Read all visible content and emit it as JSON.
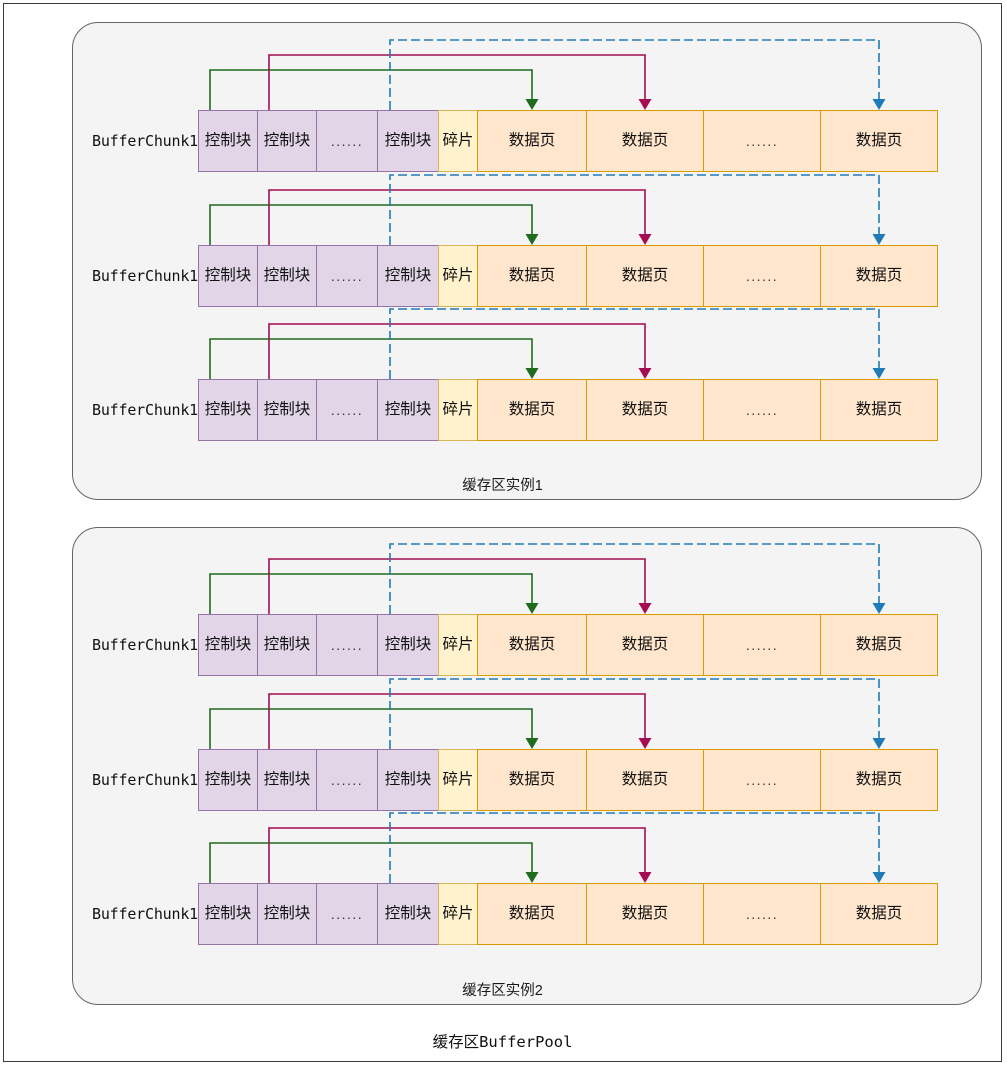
{
  "diagram": {
    "title": "缓存区BufferPool",
    "instances": [
      {
        "caption": "缓存区实例1",
        "chunks": [
          {
            "label": "BufferChunk1",
            "cells": [
              {
                "text": "控制块",
                "type": "ctrl"
              },
              {
                "text": "控制块",
                "type": "ctrl"
              },
              {
                "text": "......",
                "type": "ctrl"
              },
              {
                "text": "控制块",
                "type": "ctrl"
              },
              {
                "text": "碎片",
                "type": "frag"
              },
              {
                "text": "数据页",
                "type": "page"
              },
              {
                "text": "数据页",
                "type": "page"
              },
              {
                "text": "......",
                "type": "page"
              },
              {
                "text": "数据页",
                "type": "page"
              }
            ]
          },
          {
            "label": "BufferChunk1",
            "cells": [
              {
                "text": "控制块",
                "type": "ctrl"
              },
              {
                "text": "控制块",
                "type": "ctrl"
              },
              {
                "text": "......",
                "type": "ctrl"
              },
              {
                "text": "控制块",
                "type": "ctrl"
              },
              {
                "text": "碎片",
                "type": "frag"
              },
              {
                "text": "数据页",
                "type": "page"
              },
              {
                "text": "数据页",
                "type": "page"
              },
              {
                "text": "......",
                "type": "page"
              },
              {
                "text": "数据页",
                "type": "page"
              }
            ]
          },
          {
            "label": "BufferChunk1",
            "cells": [
              {
                "text": "控制块",
                "type": "ctrl"
              },
              {
                "text": "控制块",
                "type": "ctrl"
              },
              {
                "text": "......",
                "type": "ctrl"
              },
              {
                "text": "控制块",
                "type": "ctrl"
              },
              {
                "text": "碎片",
                "type": "frag"
              },
              {
                "text": "数据页",
                "type": "page"
              },
              {
                "text": "数据页",
                "type": "page"
              },
              {
                "text": "......",
                "type": "page"
              },
              {
                "text": "数据页",
                "type": "page"
              }
            ]
          }
        ]
      },
      {
        "caption": "缓存区实例2",
        "chunks": [
          {
            "label": "BufferChunk1",
            "cells": [
              {
                "text": "控制块",
                "type": "ctrl"
              },
              {
                "text": "控制块",
                "type": "ctrl"
              },
              {
                "text": "......",
                "type": "ctrl"
              },
              {
                "text": "控制块",
                "type": "ctrl"
              },
              {
                "text": "碎片",
                "type": "frag"
              },
              {
                "text": "数据页",
                "type": "page"
              },
              {
                "text": "数据页",
                "type": "page"
              },
              {
                "text": "......",
                "type": "page"
              },
              {
                "text": "数据页",
                "type": "page"
              }
            ]
          },
          {
            "label": "BufferChunk1",
            "cells": [
              {
                "text": "控制块",
                "type": "ctrl"
              },
              {
                "text": "控制块",
                "type": "ctrl"
              },
              {
                "text": "......",
                "type": "ctrl"
              },
              {
                "text": "控制块",
                "type": "ctrl"
              },
              {
                "text": "碎片",
                "type": "frag"
              },
              {
                "text": "数据页",
                "type": "page"
              },
              {
                "text": "数据页",
                "type": "page"
              },
              {
                "text": "......",
                "type": "page"
              },
              {
                "text": "数据页",
                "type": "page"
              }
            ]
          },
          {
            "label": "BufferChunk1",
            "cells": [
              {
                "text": "控制块",
                "type": "ctrl"
              },
              {
                "text": "控制块",
                "type": "ctrl"
              },
              {
                "text": "......",
                "type": "ctrl"
              },
              {
                "text": "控制块",
                "type": "ctrl"
              },
              {
                "text": "碎片",
                "type": "frag"
              },
              {
                "text": "数据页",
                "type": "page"
              },
              {
                "text": "数据页",
                "type": "page"
              },
              {
                "text": "......",
                "type": "page"
              },
              {
                "text": "数据页",
                "type": "page"
              }
            ]
          }
        ]
      }
    ],
    "colors": {
      "control_block_fill": "#e1d5e7",
      "control_block_stroke": "#9673a6",
      "fragment_fill": "#fff2cc",
      "fragment_stroke": "#d6b656",
      "data_page_fill": "#ffe6cc",
      "data_page_stroke": "#d79b00",
      "arrow_green": "#1f6b1f",
      "arrow_crimson": "#a50d52",
      "arrow_blue": "#1f7bb8",
      "panel_fill": "#f4f4f4",
      "panel_stroke": "#666666"
    },
    "mappings": [
      {
        "from": "控制块 1",
        "to": "数据页 1",
        "color": "#1f6b1f"
      },
      {
        "from": "控制块 2",
        "to": "数据页 2",
        "color": "#a50d52"
      },
      {
        "from": "控制块 n",
        "to": "数据页 n",
        "color": "#1f7bb8"
      }
    ]
  }
}
